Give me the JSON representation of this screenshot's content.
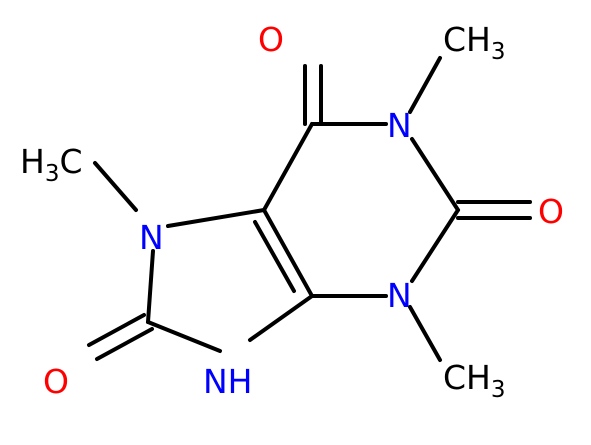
{
  "colors": {
    "background": "#ffffff",
    "bond": "#000000",
    "carbon": "#000000",
    "nitrogen": "#0000ff",
    "oxygen": "#ff0000"
  },
  "labels": {
    "o6": "O",
    "o2": "O",
    "o8": "O",
    "n1": "N",
    "n3": "N",
    "n7": "N",
    "nh9": "NH",
    "ch3_n1": {
      "main": "CH",
      "sub": "3"
    },
    "ch3_n3": {
      "main": "CH",
      "sub": "3"
    },
    "ch3_n7": {
      "main": "H",
      "sub": "3",
      "tail": "C"
    }
  }
}
